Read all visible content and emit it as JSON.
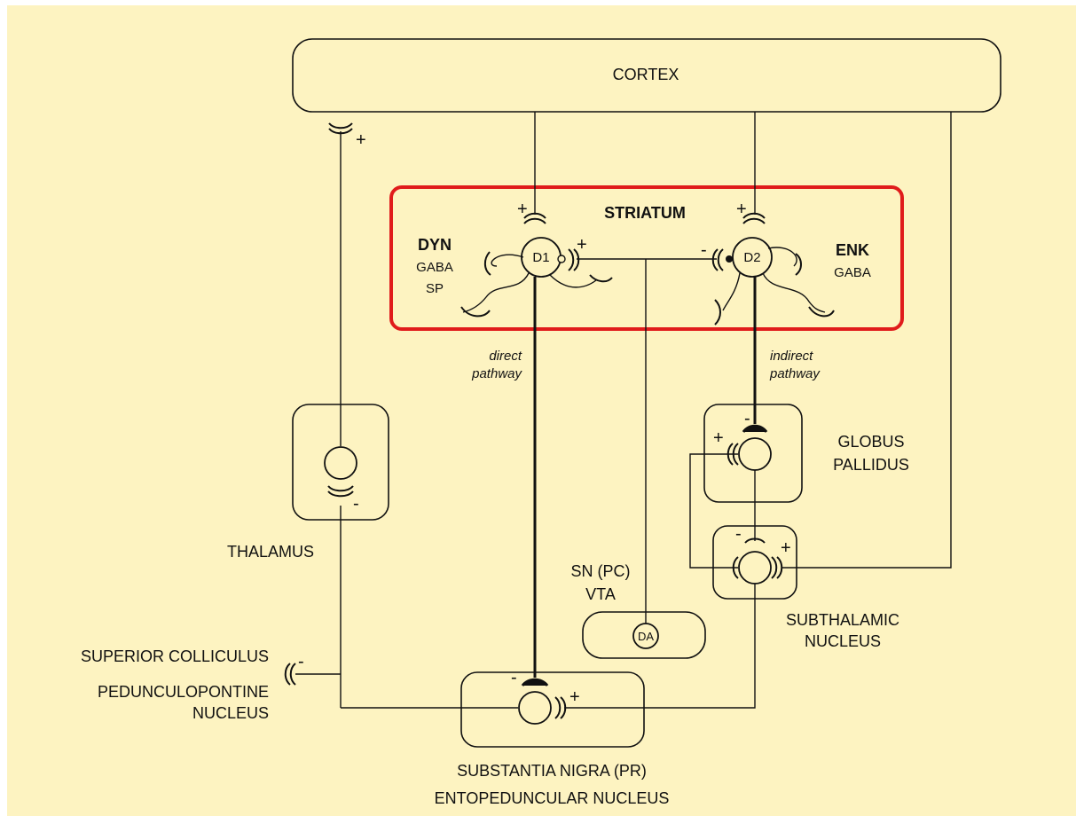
{
  "colors": {
    "background": "#fdf3c1",
    "striatum_highlight": "#e01b1b",
    "line": "#111111"
  },
  "cortex": {
    "label": "CORTEX"
  },
  "striatum": {
    "label": "STRIATUM",
    "d1": {
      "label": "D1",
      "neuro_title": "DYN",
      "transmitters": [
        "GABA",
        "SP"
      ]
    },
    "d2": {
      "label": "D2",
      "neuro_title": "ENK",
      "transmitters": [
        "GABA"
      ]
    }
  },
  "pathways": {
    "direct": [
      "direct",
      "pathway"
    ],
    "indirect": [
      "indirect",
      "pathway"
    ]
  },
  "globus_pallidus": {
    "label": [
      "GLOBUS",
      "PALLIDUS"
    ]
  },
  "subthalamic": {
    "label": [
      "SUBTHALAMIC",
      "NUCLEUS"
    ]
  },
  "thalamus": {
    "label": "THALAMUS"
  },
  "snpc": {
    "label": [
      "SN (PC)",
      "VTA"
    ],
    "cell": "DA"
  },
  "superior": {
    "label": "SUPERIOR  COLLICULUS"
  },
  "pedunculo": {
    "label": [
      "PEDUNCULOPONTINE",
      "NUCLEUS"
    ]
  },
  "snpr": {
    "label": [
      "SUBSTANTIA  NIGRA  (PR)",
      "ENTOPEDUNCULAR NUCLEUS"
    ]
  },
  "signs": {
    "plus": "+",
    "minus": "-"
  }
}
